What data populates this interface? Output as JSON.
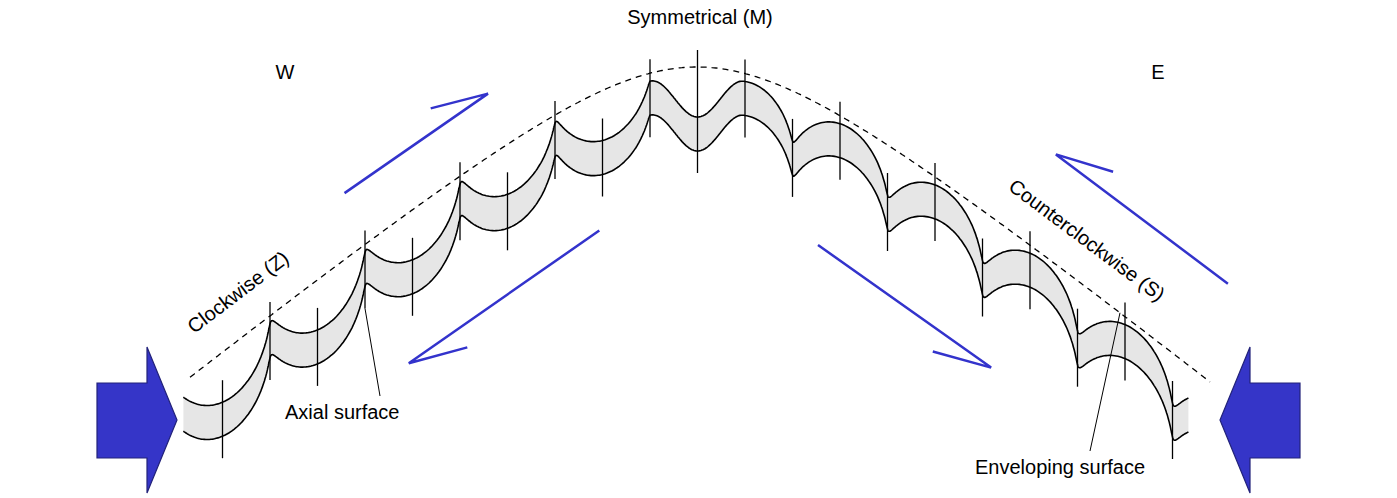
{
  "diagram": {
    "labels": [
      "Symmetrical (M)",
      "W",
      "E",
      "Clockwise (Z)",
      "Counterclockwise (S)",
      "Axial surface",
      "Enveloping surface"
    ]
  }
}
